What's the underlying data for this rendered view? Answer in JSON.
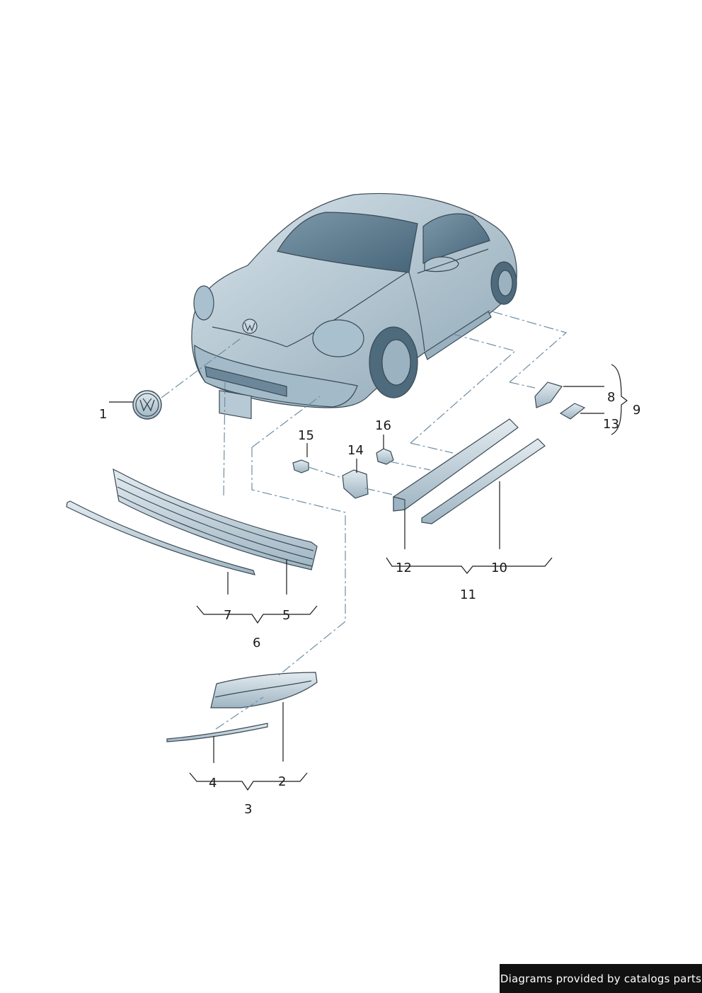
{
  "footer": {
    "text": "Diagrams provided by catalogs parts"
  },
  "callouts": [
    {
      "id": "1",
      "text": "1"
    },
    {
      "id": "2",
      "text": "2"
    },
    {
      "id": "3",
      "text": "3"
    },
    {
      "id": "4",
      "text": "4"
    },
    {
      "id": "5",
      "text": "5"
    },
    {
      "id": "6",
      "text": "6"
    },
    {
      "id": "7",
      "text": "7"
    },
    {
      "id": "8",
      "text": "8"
    },
    {
      "id": "9",
      "text": "9"
    },
    {
      "id": "10",
      "text": "10"
    },
    {
      "id": "11",
      "text": "11"
    },
    {
      "id": "12",
      "text": "12"
    },
    {
      "id": "13",
      "text": "13"
    },
    {
      "id": "14",
      "text": "14"
    },
    {
      "id": "15",
      "text": "15"
    },
    {
      "id": "16",
      "text": "16"
    }
  ],
  "colors": {
    "body_fill": "#b9cbd6",
    "body_shade": "#8fa8b7",
    "glass": "#5f7f94",
    "part_fill": "#c7d6df",
    "leader_dash": "#6f8fa3"
  }
}
